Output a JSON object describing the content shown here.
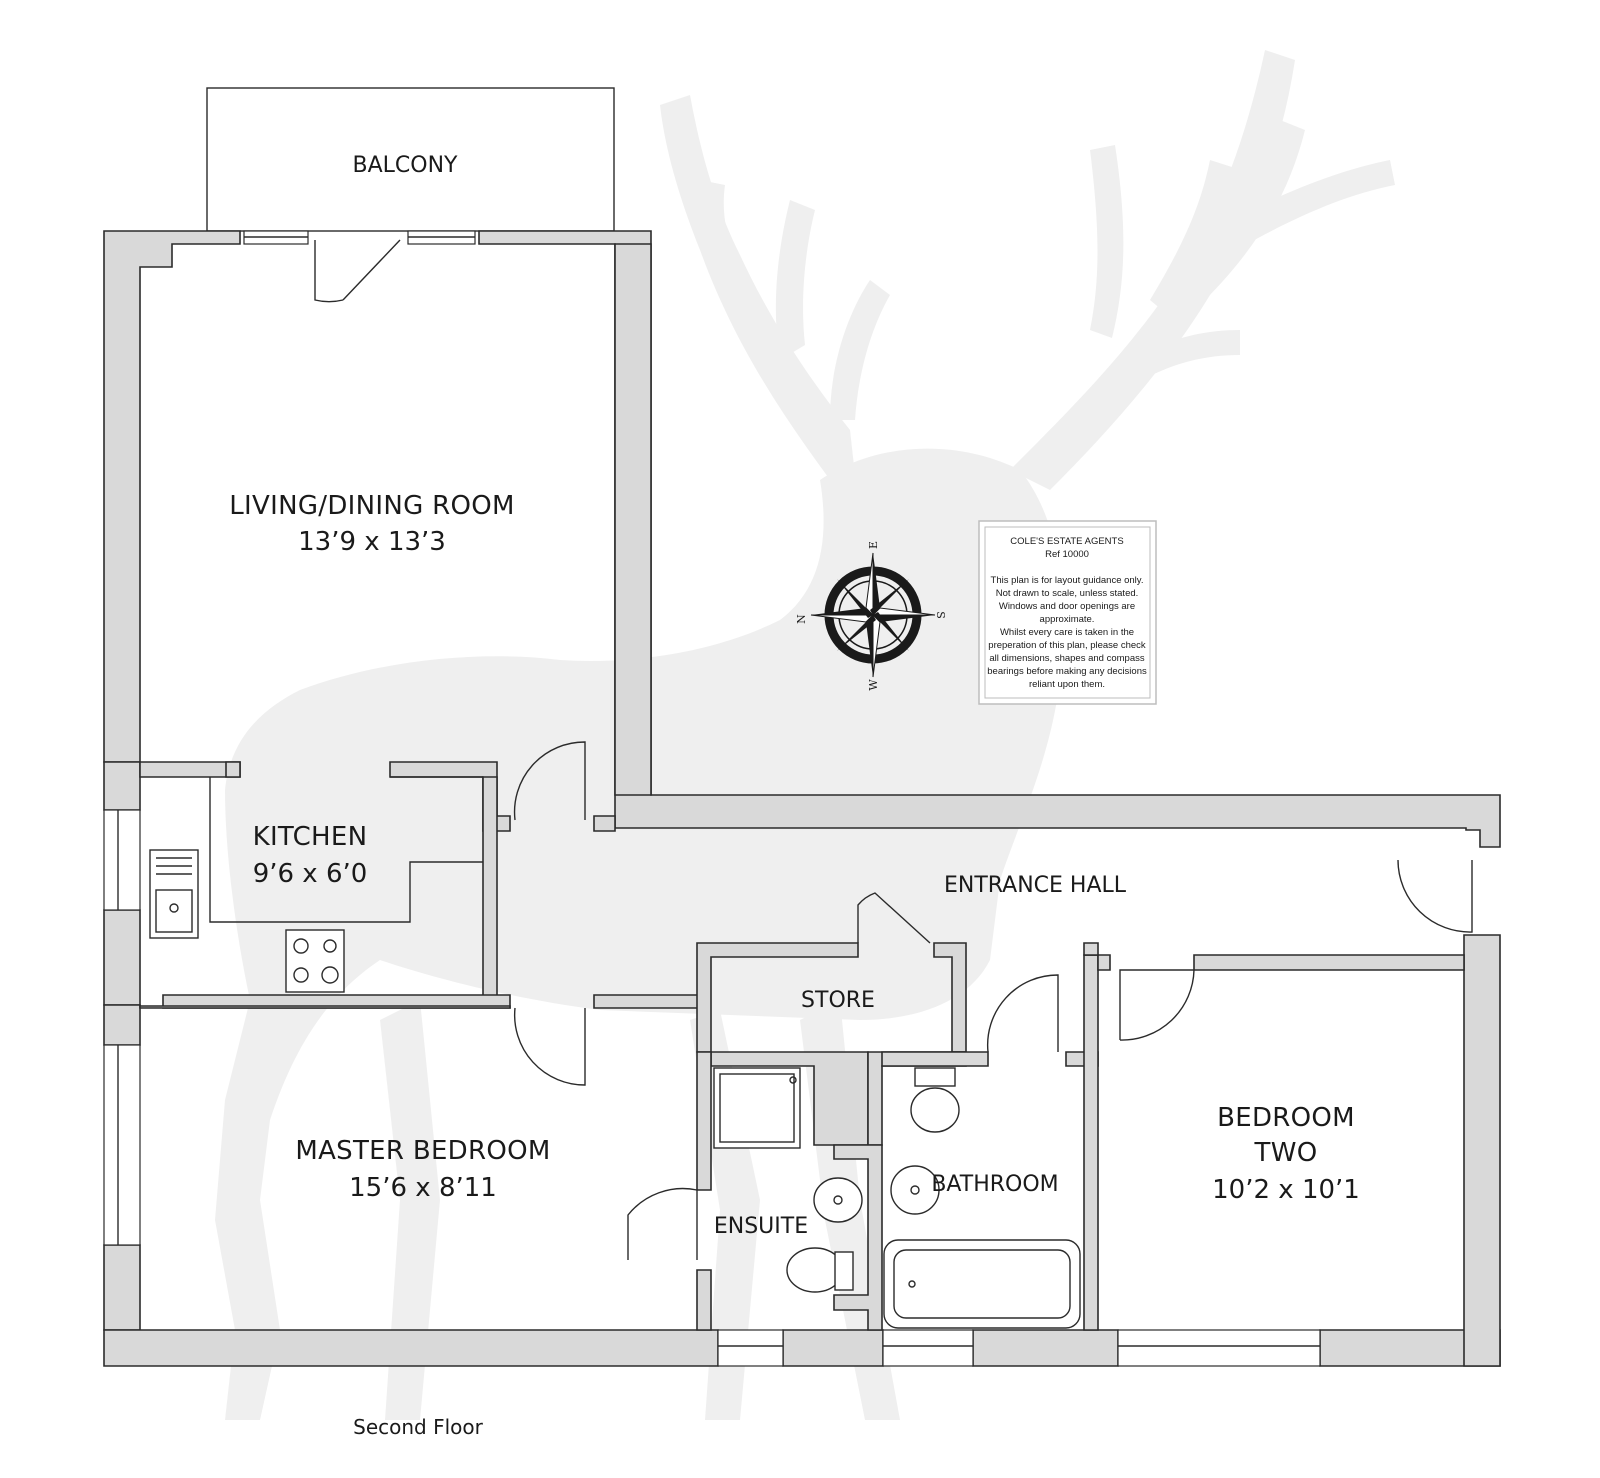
{
  "plan": {
    "floor_label": "Second Floor",
    "rooms": {
      "balcony": {
        "name": "BALCONY"
      },
      "living": {
        "name": "LIVING/DINING ROOM",
        "dimensions": "13’9 x 13’3"
      },
      "kitchen": {
        "name": "KITCHEN",
        "dimensions": "9’6 x 6’0"
      },
      "entrance_hall": {
        "name": "ENTRANCE HALL"
      },
      "store": {
        "name": "STORE"
      },
      "master_bedroom": {
        "name": "MASTER BEDROOM",
        "dimensions": "15’6 x 8’11"
      },
      "ensuite": {
        "name": "ENSUITE"
      },
      "bathroom": {
        "name": "BATHROOM"
      },
      "bedroom_two": {
        "name_line1": "BEDROOM",
        "name_line2": "TWO",
        "dimensions": "10’2 x 10’1"
      }
    },
    "compass": {
      "north": "N",
      "east": "E",
      "south": "S",
      "west": "W"
    },
    "disclaimer": {
      "agent": "COLE'S ESTATE AGENTS",
      "ref": "Ref 10000",
      "lines": [
        "This plan is for layout guidance only.",
        "Not drawn to scale, unless stated.",
        "Windows and door openings are",
        "approximate.",
        "Whilst every care is taken in the",
        "preperation of this plan, please check",
        "all dimensions, shapes and compass",
        "bearings before making any decisions",
        "reliant upon them."
      ]
    }
  }
}
